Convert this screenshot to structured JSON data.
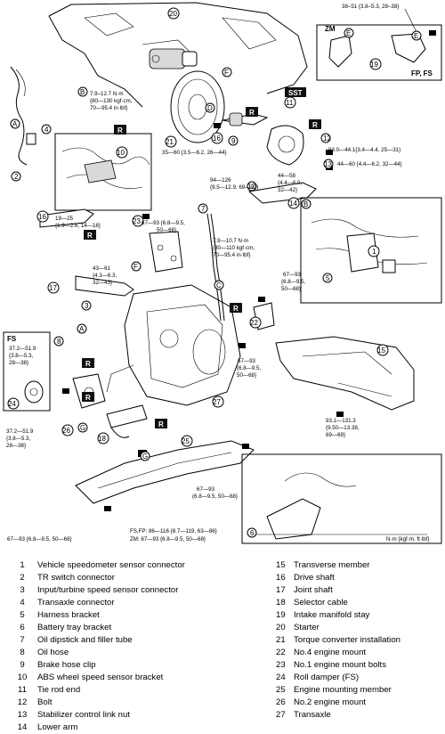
{
  "legend_left": [
    {
      "n": "1",
      "text": "Vehicle speedometer sensor connector"
    },
    {
      "n": "2",
      "text": "TR switch connector"
    },
    {
      "n": "3",
      "text": "Input/turbine speed sensor connector"
    },
    {
      "n": "4",
      "text": "Transaxle connector"
    },
    {
      "n": "5",
      "text": "Harness bracket"
    },
    {
      "n": "6",
      "text": "Battery tray bracket"
    },
    {
      "n": "7",
      "text": "Oil dipstick and filler tube"
    },
    {
      "n": "8",
      "text": "Oil hose"
    },
    {
      "n": "9",
      "text": "Brake hose clip"
    },
    {
      "n": "10",
      "text": "ABS wheel speed sensor bracket"
    },
    {
      "n": "11",
      "text": "Tie rod end"
    },
    {
      "n": "12",
      "text": "Bolt"
    },
    {
      "n": "13",
      "text": "Stabilizer control link nut"
    },
    {
      "n": "14",
      "text": "Lower arm"
    }
  ],
  "legend_right": [
    {
      "n": "15",
      "text": "Transverse member"
    },
    {
      "n": "16",
      "text": "Drive shaft"
    },
    {
      "n": "17",
      "text": "Joint shaft"
    },
    {
      "n": "18",
      "text": "Selector cable"
    },
    {
      "n": "19",
      "text": "Intake manifold stay"
    },
    {
      "n": "20",
      "text": "Starter"
    },
    {
      "n": "21",
      "text": "Torque converter installation"
    },
    {
      "n": "22",
      "text": "No.4 engine mount"
    },
    {
      "n": "23",
      "text": "No.1 engine mount bolts"
    },
    {
      "n": "24",
      "text": "Roll damper (FS)"
    },
    {
      "n": "25",
      "text": "Engine mounting member"
    },
    {
      "n": "26",
      "text": "No.2 engine mount"
    },
    {
      "n": "27",
      "text": "Transaxle"
    }
  ],
  "torque_specs": {
    "t1": "38–51 {3.8–5.3, 28–38}",
    "t2a": "7.9–12.7 N·m",
    "t2b": "{80—130 kgf·cm,",
    "t2c": "70—95.4 in·lbf}",
    "t3": "35—60 {3.5—6.2, 26—44}",
    "t4": "93.0—44.1{3.4—4.4, 25—31}",
    "t5": "44—60 {4.4—6.2, 32—44}",
    "t6a": "44—58",
    "t6b": "{4.4—6.0,",
    "t6c": "32—42}",
    "t7a": "94—126",
    "t7b": "{9.5—12.9, 69—92}",
    "t8a": "19—25",
    "t8b": "{1.9—2.6, 14—18}",
    "t9a": "67—93 {6.8—9.5,",
    "t9b": "50—68}",
    "t10a": "7.9—10.7 N·m",
    "t10b": "{80—110 kgf·cm,",
    "t10c": "70—95.4 in·lbf}",
    "t11a": "43—61",
    "t11b": "{4.3—6.3,",
    "t11c": "32—43}",
    "t12a": "67—93",
    "t12b": "{6.8—9.5,",
    "t12c": "50—68}",
    "t13a": "67—93",
    "t13b": "{6.8—9.5,",
    "t13c": "50—68}",
    "t14a": "37.2—51.9",
    "t14b": "{3.8—5.3,",
    "t14c": "28—38}",
    "t15a": "37.2—51.9",
    "t15b": "{3.8—5.3,",
    "t15c": "28—38}",
    "t16a": "93.1—131.3",
    "t16b": "{9.50—13.38,",
    "t16c": "69—69}",
    "t17a": "67—93",
    "t17b": "(6.8—9.5, 50—68}",
    "t18": "67—93 {6.8—9.5, 50—68}",
    "t19a": "FS,FP: 86—116 {8.7—119, 63—86}",
    "t19b": "ZM: 67—93 {6.8—9.5, 50—68}",
    "units": "N·m {kgf·m, ft·lbf}"
  },
  "labels": {
    "zm": "ZM",
    "fpfs": "FP, FS",
    "fs": "FS",
    "sst": "SST",
    "r": "R"
  },
  "callouts": [
    "1",
    "2",
    "3",
    "4",
    "5",
    "6",
    "7",
    "8",
    "9",
    "10",
    "11",
    "12",
    "13",
    "14",
    "15",
    "16",
    "17",
    "18",
    "19",
    "20",
    "21",
    "22",
    "23",
    "24",
    "25",
    "26",
    "27"
  ],
  "letters": [
    "A",
    "B",
    "C",
    "D",
    "E",
    "F",
    "G"
  ]
}
